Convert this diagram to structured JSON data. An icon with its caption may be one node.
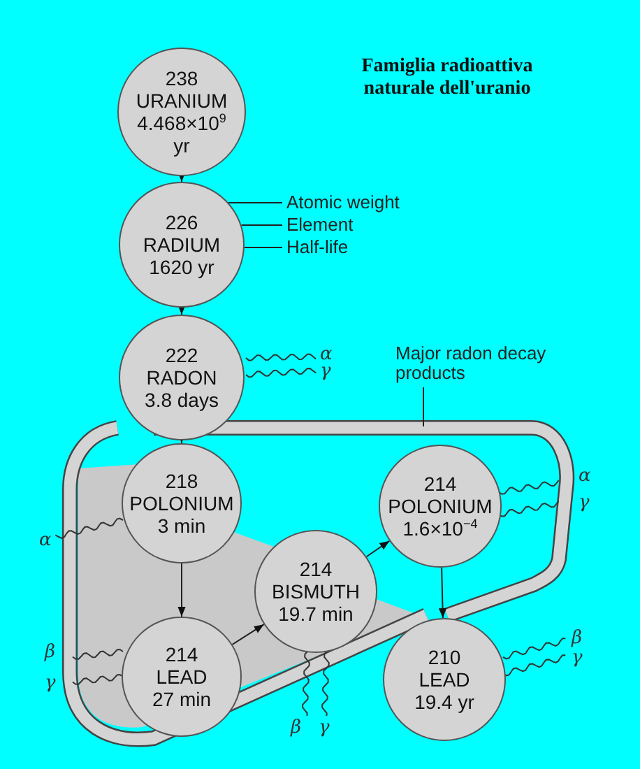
{
  "diagram": {
    "title": "Famiglia radioattiva naturale dell'uranio",
    "nodes": [
      {
        "text": [
          "238",
          "URANIUM",
          "4.468×10$^{9}$",
          "yr"
        ]
      },
      {
        "text": [
          "226",
          "RADIUM",
          "1620 yr"
        ]
      },
      {
        "text": [
          "222",
          "RADON",
          "3.8 days"
        ],
        "beside": [
          "α",
          "γ"
        ]
      },
      {
        "text": [
          "218",
          "POLONIUM",
          "3 min"
        ],
        "beside": [
          "α"
        ]
      },
      {
        "text": [
          "214",
          "LEAD",
          "27 min"
        ],
        "beside": [
          "β",
          "γ"
        ]
      },
      {
        "text": [
          "214",
          "BISMUTH",
          "19.7 min"
        ],
        "beside": [
          "β",
          "γ"
        ]
      },
      {
        "text": [
          "214",
          "POLONIUM",
          "1.6×10$^{−4}$"
        ],
        "beside": [
          "α",
          "γ"
        ]
      },
      {
        "text": [
          "210",
          "LEAD",
          "19.4 yr"
        ],
        "beside": [
          "β",
          "γ"
        ]
      },
      {
        "text": [
          "Atomic weight"
        ]
      },
      {
        "text": [
          "Element"
        ]
      },
      {
        "text": [
          "Half-life"
        ]
      },
      {
        "text": [
          "Major radon decay products"
        ]
      }
    ],
    "edges": [
      {
        "from": 0,
        "to": 1,
        "arrow": "to"
      },
      {
        "from": 1,
        "to": 2,
        "arrow": "to"
      },
      {
        "from": 2,
        "to": 3,
        "arrow": "to"
      },
      {
        "from": 3,
        "to": 4,
        "arrow": "to"
      },
      {
        "from": 4,
        "to": 5,
        "arrow": "to"
      },
      {
        "from": 5,
        "to": 6,
        "arrow": "to"
      },
      {
        "from": 6,
        "to": 7,
        "arrow": "to"
      },
      {
        "from": 8,
        "to": 1,
        "arrow": "none"
      },
      {
        "from": 9,
        "to": 1,
        "arrow": "none"
      },
      {
        "from": 10,
        "to": 1,
        "arrow": "none"
      },
      {
        "from": 11,
        "to": null,
        "arrow": "none"
      }
    ]
  }
}
